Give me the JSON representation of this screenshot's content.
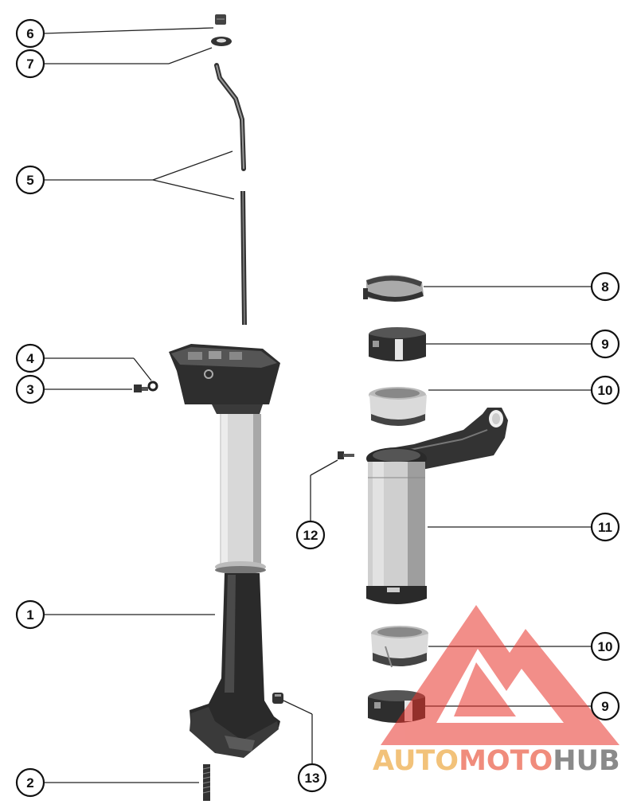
{
  "callouts": {
    "c6": "6",
    "c7": "7",
    "c5": "5",
    "c4": "4",
    "c3": "3",
    "c1": "1",
    "c2": "2",
    "c8": "8",
    "c9a": "9",
    "c10a": "10",
    "c11": "11",
    "c12": "12",
    "c10b": "10",
    "c9b": "9",
    "c13": "13"
  },
  "watermark": {
    "part1": "AUTO",
    "part2": "MOTO",
    "part3": "HUB",
    "colors": {
      "auto": "#f2c27a",
      "moto": "#f08c7c",
      "hub": "#8a8a8a",
      "triangle": "#e8322a"
    }
  }
}
